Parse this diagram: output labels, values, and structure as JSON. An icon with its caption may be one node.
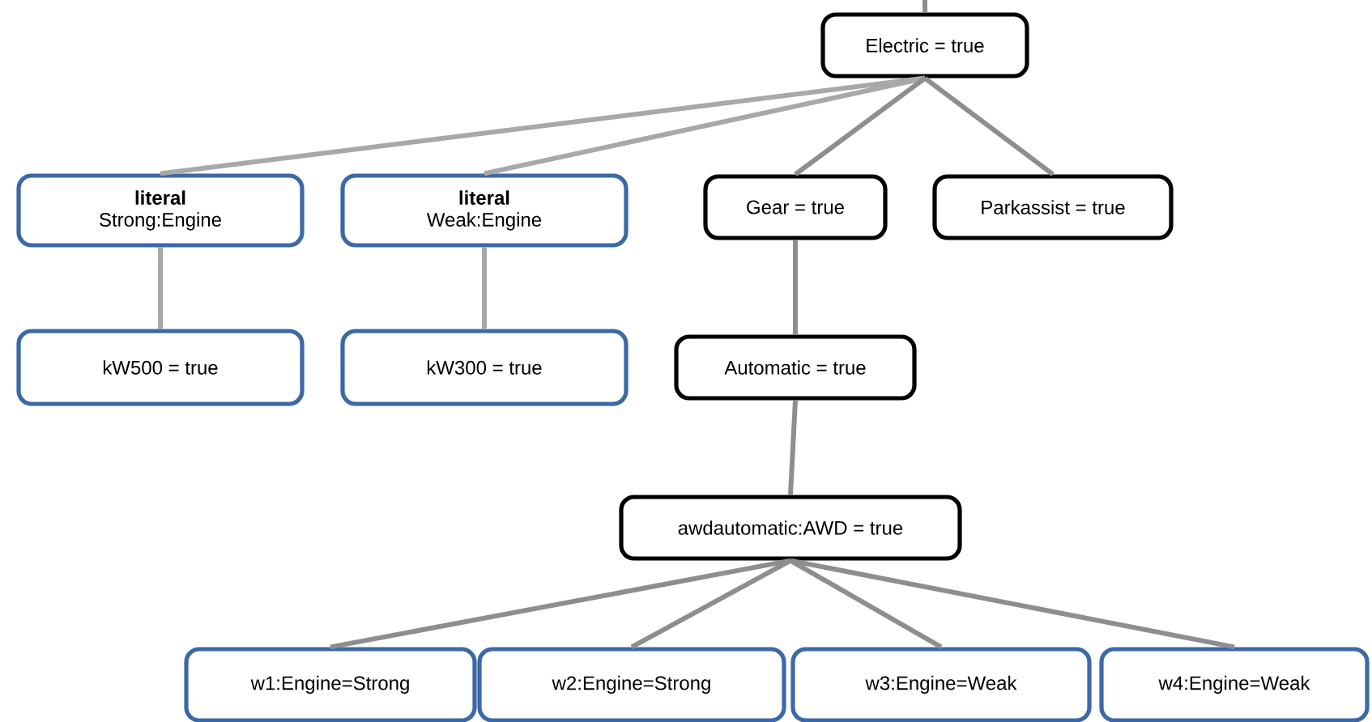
{
  "diagram": {
    "nodes": [
      {
        "text": [
          "Electric = true"
        ]
      },
      {
        "text": [
          "literal",
          "Strong:Engine"
        ]
      },
      {
        "text": [
          "literal",
          "Weak:Engine"
        ]
      },
      {
        "text": [
          "Gear = true"
        ]
      },
      {
        "text": [
          "Parkassist = true"
        ]
      },
      {
        "text": [
          "kW500 = true"
        ]
      },
      {
        "text": [
          "kW300 = true"
        ]
      },
      {
        "text": [
          "Automatic = true"
        ]
      },
      {
        "text": [
          "awdautomatic:AWD = true"
        ]
      },
      {
        "text": [
          "w1:Engine=Strong"
        ]
      },
      {
        "text": [
          "w2:Engine=Strong"
        ]
      },
      {
        "text": [
          "w3:Engine=Weak"
        ]
      },
      {
        "text": [
          "w4:Engine=Weak"
        ]
      }
    ],
    "edges": [
      {
        "from": null,
        "to": 0,
        "arrow": "none"
      },
      {
        "from": 0,
        "to": 1,
        "arrow": "none",
        "color": "#a8a8a8"
      },
      {
        "from": 0,
        "to": 2,
        "arrow": "none",
        "color": "#a8a8a8"
      },
      {
        "from": 0,
        "to": 3,
        "arrow": "none"
      },
      {
        "from": 0,
        "to": 4,
        "arrow": "none"
      },
      {
        "from": 1,
        "to": 5,
        "arrow": "none",
        "color": "#a8a8a8"
      },
      {
        "from": 2,
        "to": 6,
        "arrow": "none",
        "color": "#a8a8a8"
      },
      {
        "from": 3,
        "to": 7,
        "arrow": "none"
      },
      {
        "from": 7,
        "to": 8,
        "arrow": "none"
      },
      {
        "from": 8,
        "to": 9,
        "arrow": "none"
      },
      {
        "from": 8,
        "to": 10,
        "arrow": "none"
      },
      {
        "from": 8,
        "to": 11,
        "arrow": "none"
      },
      {
        "from": 8,
        "to": 12,
        "arrow": "none"
      }
    ]
  }
}
